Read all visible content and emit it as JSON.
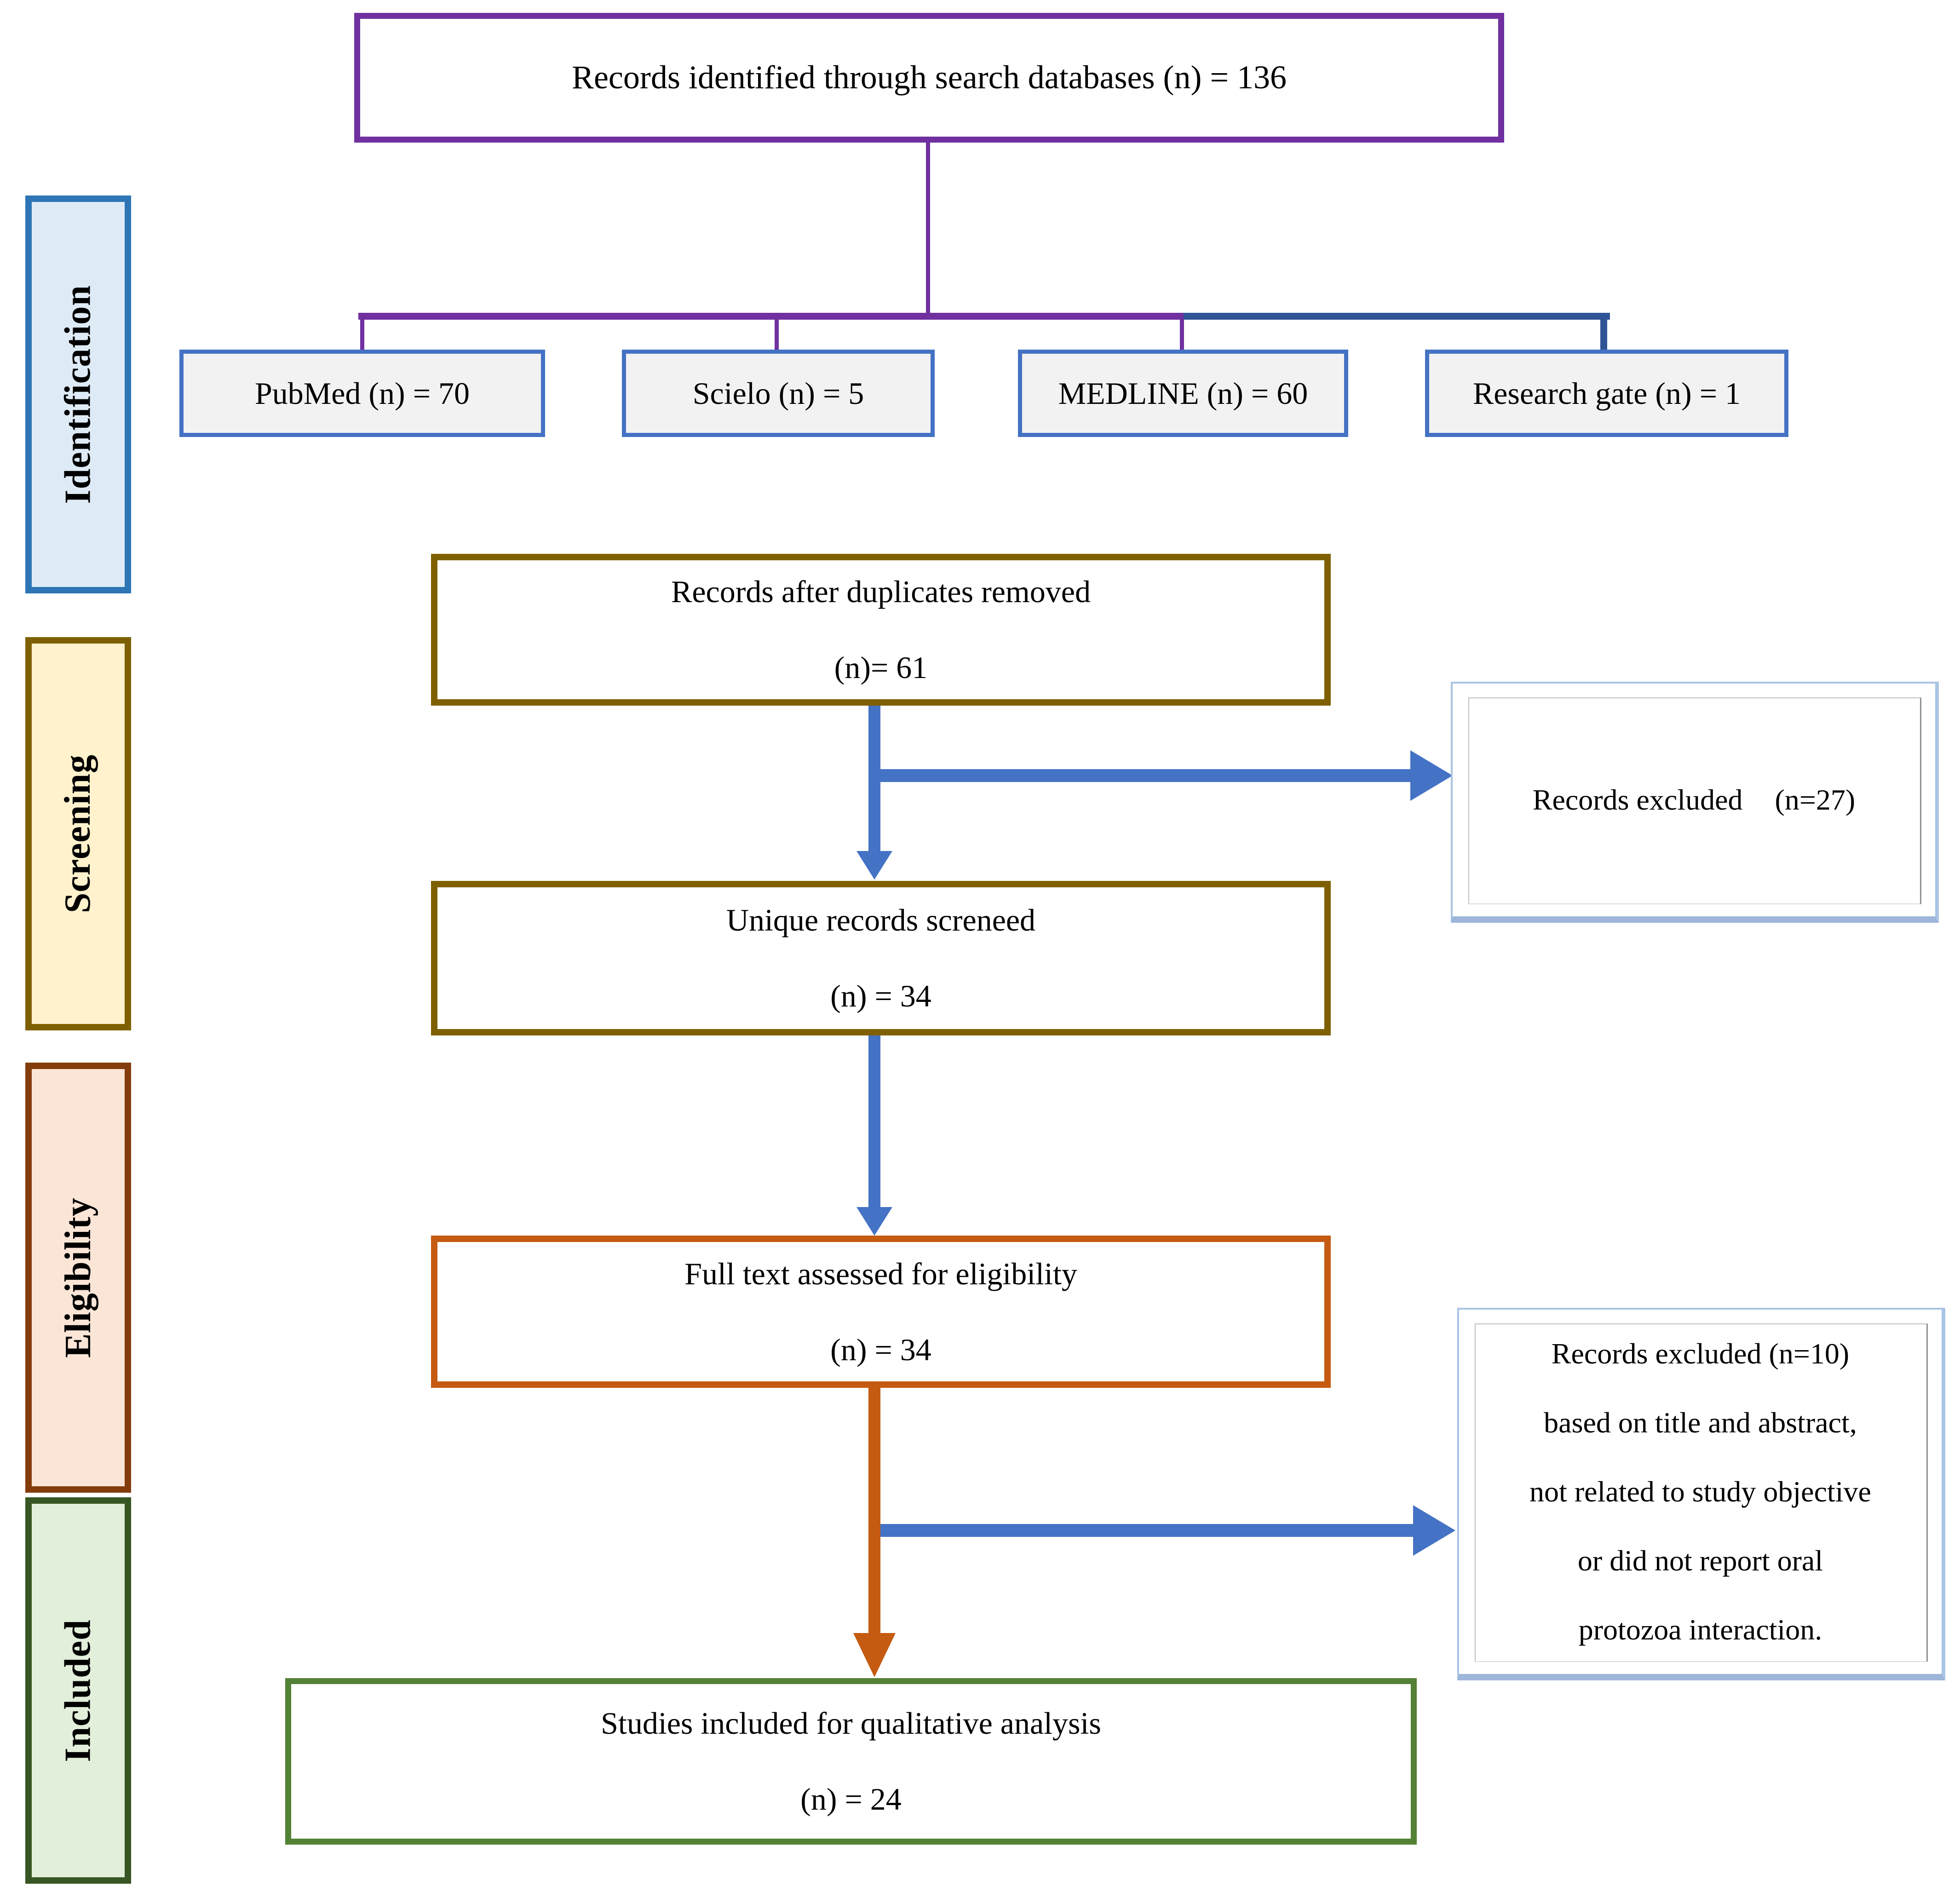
{
  "diagram": {
    "sidebar": [
      {
        "id": "identification",
        "label": "Identification"
      },
      {
        "id": "screening",
        "label": "Screening"
      },
      {
        "id": "eligibility",
        "label": "Eligibility"
      },
      {
        "id": "included",
        "label": "Included"
      }
    ],
    "top_box": {
      "text": "Records identified through search databases (n) = 136"
    },
    "sources": [
      {
        "label": "PubMed (n) = 70"
      },
      {
        "label": "Scielo (n) = 5"
      },
      {
        "label": "MEDLINE (n) = 60"
      },
      {
        "label": "Research gate (n) = 1"
      }
    ],
    "duplicates_removed": {
      "line1": "Records after duplicates removed",
      "line2": "(n)= 61"
    },
    "screened": {
      "line1": "Unique records screneed",
      "line2": "(n) = 34"
    },
    "full_text": {
      "line1": "Full text assessed for eligibility",
      "line2": "(n) = 34"
    },
    "included_box": {
      "line1": "Studies included for qualitative analysis",
      "line2": "(n) = 24"
    },
    "excluded_first": {
      "label": "Records excluded",
      "count": "(n=27)"
    },
    "excluded_second": {
      "lines": [
        "Records excluded (n=10)",
        "based on title and abstract,",
        "not related to study objective",
        "or did not report oral",
        "protozoa interaction."
      ]
    }
  },
  "colors": {
    "purple": "#7030A0",
    "splitter-blue": "#2F5496",
    "source-border": "#4472C4",
    "source-fill": "#F2F2F2",
    "olive": "#7F6000",
    "orange": "#C55A11",
    "green": "#538135",
    "arrow-blue": "#4472C4",
    "excluded-border": "#A9C4E4",
    "excluded-shadow": "#9DB6D9",
    "inner-frame-gray": "#BFBFBF",
    "identification-fill": "#DEEBF7",
    "identification-border": "#2E75B6",
    "screening-fill": "#FFF2CC",
    "screening-border": "#7F6000",
    "eligibility-fill": "#FBE5D6",
    "eligibility-border": "#843C0C",
    "included-fill": "#E2EFDA",
    "included-border": "#375623"
  }
}
